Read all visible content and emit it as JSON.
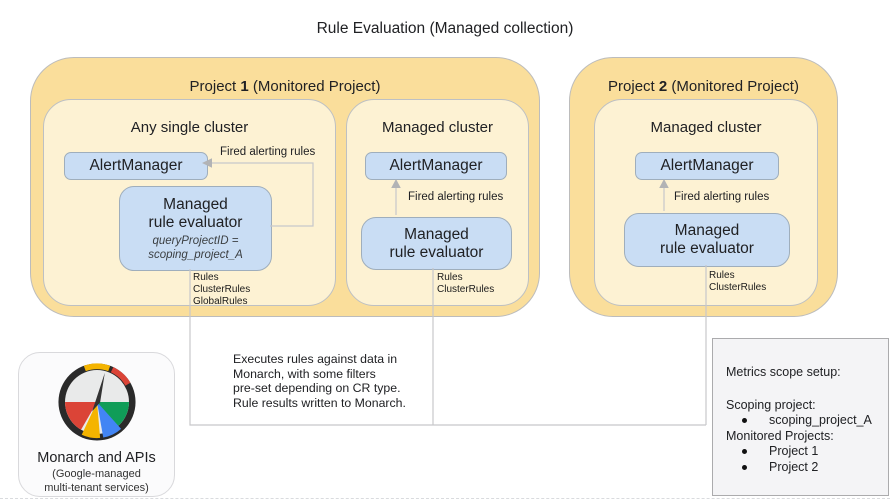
{
  "title": "Rule Evaluation (Managed collection)",
  "projects": [
    {
      "header": {
        "prefix": "Project ",
        "number": "1",
        "suffix": " (Monitored Project)"
      },
      "clusters": [
        {
          "title": "Any single cluster",
          "alertmanager_label": "AlertManager",
          "evaluator_label": "Managed\nrule evaluator",
          "evaluator_note": "queryProjectID =\nscoping_project_A",
          "arrow_label": "Fired alerting rules",
          "crd_labels": "Rules\nClusterRules\nGlobalRules"
        },
        {
          "title": "Managed cluster",
          "alertmanager_label": "AlertManager",
          "evaluator_label": "Managed\nrule evaluator",
          "arrow_label": "Fired alerting rules",
          "crd_labels": "Rules\nClusterRules"
        }
      ]
    },
    {
      "header": {
        "prefix": "Project ",
        "number": "2",
        "suffix": " (Monitored Project)"
      },
      "clusters": [
        {
          "title": "Managed cluster",
          "alertmanager_label": "AlertManager",
          "evaluator_label": "Managed\nrule evaluator",
          "arrow_label": "Fired alerting rules",
          "crd_labels": "Rules\nClusterRules"
        }
      ]
    }
  ],
  "note": "Executes rules against data in\nMonarch, with some filters\npre-set depending on CR type.\nRule results written to Monarch.",
  "monarch": {
    "title": "Monarch and APIs",
    "subtitle": "(Google-managed\nmulti-tenant services)"
  },
  "metrics_panel": {
    "title": "Metrics scope setup:",
    "scoping_label": "Scoping project:",
    "scoping_items": [
      "scoping_project_A"
    ],
    "monitored_label": "Monitored Projects:",
    "monitored_items": [
      "Project 1",
      "Project 2"
    ]
  },
  "colors": {
    "project_fill": "#FADE9B",
    "cluster_fill": "#FDF2D3",
    "component_fill": "#C9DDF4",
    "panel_fill": "#F4F4F6",
    "connector_line": "#C7C8CA",
    "gauge_red": "#DB4437",
    "gauge_yellow": "#F4B400",
    "gauge_blue": "#4285F4",
    "gauge_green": "#109D58"
  }
}
